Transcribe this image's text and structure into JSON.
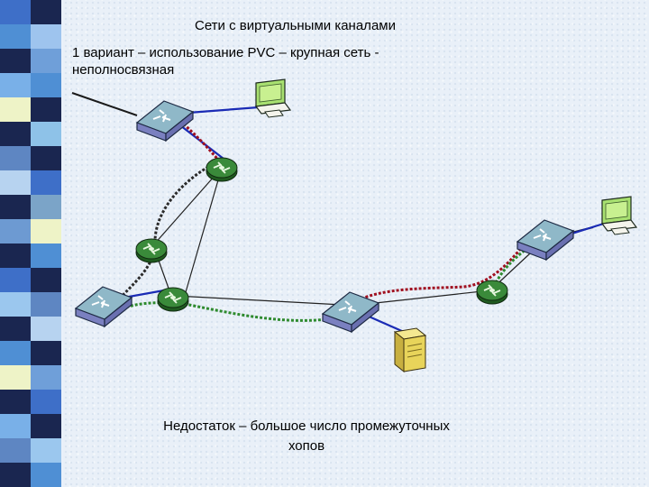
{
  "title": "Сети с виртуальными каналами",
  "subtitle_line1": "1 вариант – использование PVC – крупная сеть -",
  "subtitle_line2": "неполносвязная",
  "note_line1": "Недостаток – большое число промежуточных",
  "note_line2": "хопов",
  "colors": {
    "background": "#e9f0f8",
    "red_path": "#a01020",
    "green_path": "#2e8a2e",
    "dark_path": "#2a2a2a",
    "blue_link": "#1a2bb5",
    "switch": "#8fb8c8",
    "switch_side": "#7a80c0",
    "router": "#3a8a3a",
    "monitor": "#a8e070",
    "server": "#e8d45a"
  },
  "sidebar_colors": [
    [
      "#3e6fc8",
      "#1a2650"
    ],
    [
      "#4f8fd4",
      "#9ec4ee"
    ],
    [
      "#1a2650",
      "#6f9fd9"
    ],
    [
      "#79b0e8",
      "#4f8fd4"
    ],
    [
      "#eef3c7",
      "#1a2650"
    ],
    [
      "#1a2650",
      "#8ec2e8"
    ],
    [
      "#5e86c2",
      "#1a2650"
    ],
    [
      "#b7d3f0",
      "#3e6fc8"
    ],
    [
      "#1a2650",
      "#7ba4c8"
    ],
    [
      "#6d9ad2",
      "#eef3c7"
    ],
    [
      "#1a2650",
      "#4f8fd4"
    ],
    [
      "#3e6fc8",
      "#1a2650"
    ],
    [
      "#9bc7ee",
      "#5e86c2"
    ],
    [
      "#1a2650",
      "#b7d3f0"
    ],
    [
      "#4f8fd4",
      "#1a2650"
    ],
    [
      "#eef3c7",
      "#6f9fd9"
    ],
    [
      "#1a2650",
      "#3e6fc8"
    ],
    [
      "#79b0e8",
      "#1a2650"
    ],
    [
      "#5e86c2",
      "#9bc7ee"
    ],
    [
      "#1a2650",
      "#4f8fd4"
    ]
  ]
}
